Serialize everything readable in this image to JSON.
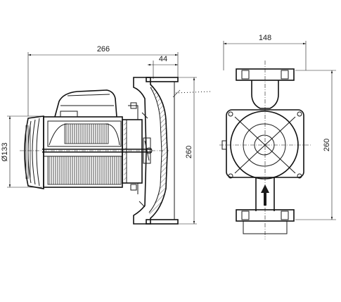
{
  "dimensions": {
    "overall_length": "266",
    "flange_offset": "44",
    "motor_diameter": "Ø133",
    "side_height": "260",
    "front_width": "148",
    "front_height": "260"
  }
}
